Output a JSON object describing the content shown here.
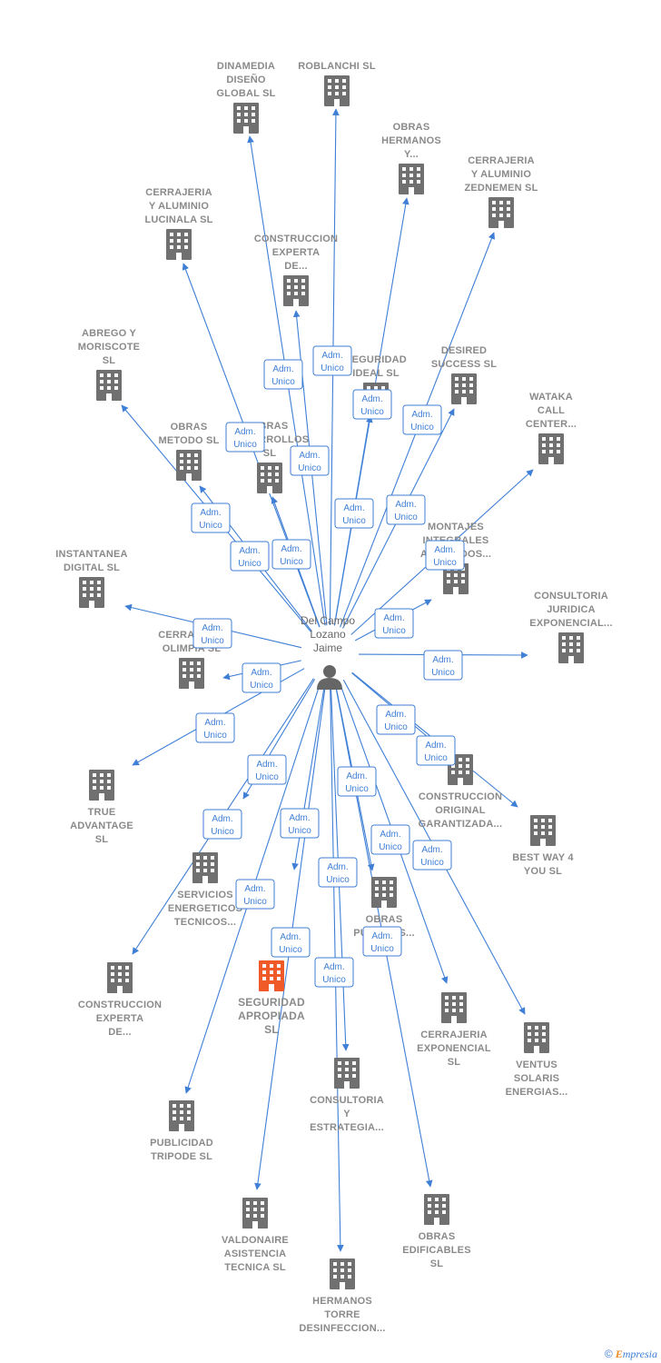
{
  "center": {
    "name_lines": [
      "Del Campo",
      "Lozano",
      "Jaime"
    ],
    "icon": "person-icon"
  },
  "badge": {
    "line1": "Adm.",
    "line2": "Unico"
  },
  "colors": {
    "edge": "#3f7fd6",
    "building": "#707070",
    "highlight": "#f05a28",
    "label": "#8a8a8a"
  },
  "companies": [
    {
      "id": "dinamedia",
      "lines": [
        "DINAMEDIA",
        "DISEÑO",
        "GLOBAL  SL"
      ]
    },
    {
      "id": "roblanchi",
      "lines": [
        "ROBLANCHI SL"
      ]
    },
    {
      "id": "obras-hermanos",
      "lines": [
        "OBRAS",
        "HERMANOS",
        "Y..."
      ]
    },
    {
      "id": "cerrajeria-zednemen",
      "lines": [
        "CERRAJERIA",
        "Y ALUMINIO",
        "ZEDNEMEN  SL"
      ]
    },
    {
      "id": "cerrajeria-lucinala",
      "lines": [
        "CERRAJERIA",
        "Y ALUMINIO",
        "LUCINALA  SL"
      ]
    },
    {
      "id": "construccion-experta-1",
      "lines": [
        "CONSTRUCCION",
        "EXPERTA",
        "DE..."
      ]
    },
    {
      "id": "abrego",
      "lines": [
        "ABREGO Y",
        "MORISCOTE",
        "SL"
      ]
    },
    {
      "id": "seguridad-ideal",
      "lines": [
        "SEGURIDAD",
        "IDEAL  SL"
      ]
    },
    {
      "id": "desired",
      "lines": [
        "DESIRED",
        "SUCCESS  SL"
      ]
    },
    {
      "id": "wataka",
      "lines": [
        "WATAKA",
        "CALL",
        "CENTER..."
      ]
    },
    {
      "id": "obras-metodo",
      "lines": [
        "OBRAS",
        "METODO  SL"
      ]
    },
    {
      "id": "obras-desarrollos",
      "lines": [
        "OBRAS",
        "DESARROLLOS",
        "SL"
      ]
    },
    {
      "id": "montajes",
      "lines": [
        "MONTAJES",
        "INTEGRALES",
        "ASOCIADOS..."
      ]
    },
    {
      "id": "instantanea",
      "lines": [
        "INSTANTANEA",
        "DIGITAL  SL"
      ]
    },
    {
      "id": "consultoria-juridica",
      "lines": [
        "CONSULTORIA",
        "JURIDICA",
        "EXPONENCIAL..."
      ]
    },
    {
      "id": "cerrajeria-olimpia",
      "lines": [
        "CERRAJERIA",
        "OLIMPIA  SL"
      ]
    },
    {
      "id": "true-advantage",
      "lines": [
        "TRUE",
        "ADVANTAGE",
        "SL"
      ]
    },
    {
      "id": "construccion-original",
      "lines": [
        "CONSTRUCCION",
        "ORIGINAL",
        "GARANTIZADA..."
      ]
    },
    {
      "id": "best-way",
      "lines": [
        "BEST WAY 4",
        "YOU  SL"
      ]
    },
    {
      "id": "servicios-energeticos",
      "lines": [
        "SERVICIOS",
        "ENERGETICOS",
        "TECNICOS..."
      ]
    },
    {
      "id": "obras-publicas",
      "lines": [
        "OBRAS",
        "PUBLICAS..."
      ]
    },
    {
      "id": "construccion-experta-2",
      "lines": [
        "CONSTRUCCION",
        "EXPERTA",
        "DE..."
      ]
    },
    {
      "id": "seguridad-apropiada",
      "lines": [
        "SEGURIDAD",
        "APROPIADA",
        "SL"
      ],
      "highlight": true
    },
    {
      "id": "cerrajeria-exponencial",
      "lines": [
        "CERRAJERIA",
        "EXPONENCIAL",
        "SL"
      ]
    },
    {
      "id": "ventus",
      "lines": [
        "VENTUS",
        "SOLARIS",
        "ENERGIAS..."
      ]
    },
    {
      "id": "consultoria-estrategia",
      "lines": [
        "CONSULTORIA",
        "Y",
        "ESTRATEGIA..."
      ]
    },
    {
      "id": "publicidad-tripode",
      "lines": [
        "PUBLICIDAD",
        "TRIPODE  SL"
      ]
    },
    {
      "id": "valdonaire",
      "lines": [
        "VALDONAIRE",
        "ASISTENCIA",
        "TECNICA  SL"
      ]
    },
    {
      "id": "obras-edificables",
      "lines": [
        "OBRAS",
        "EDIFICABLES",
        "SL"
      ]
    },
    {
      "id": "hermanos-torre",
      "lines": [
        "HERMANOS",
        "TORRE",
        "DESINFECCION..."
      ]
    }
  ],
  "footer": {
    "copyright": "©",
    "brand_first": "E",
    "brand_rest": "mpresia"
  }
}
